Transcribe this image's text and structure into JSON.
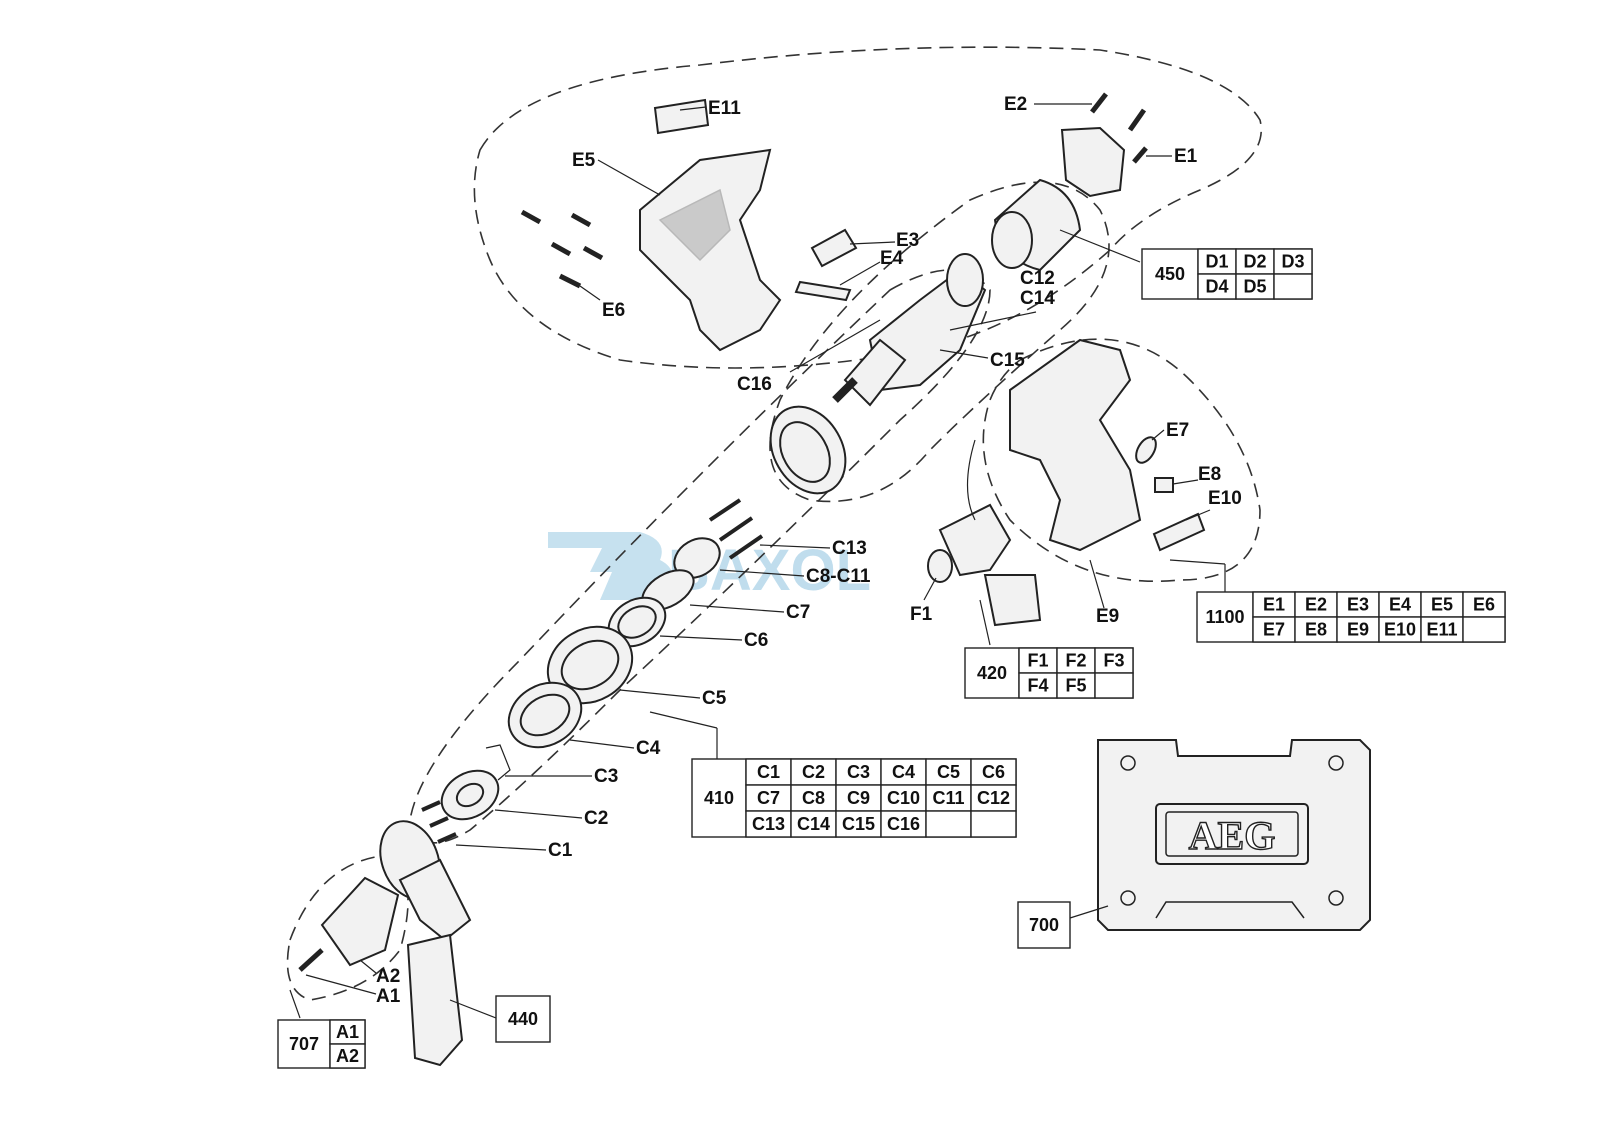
{
  "watermark": "BAXOL",
  "case_brand": "AEG",
  "callouts": {
    "E11": "E11",
    "E5": "E5",
    "E6": "E6",
    "E3": "E3",
    "E4": "E4",
    "E2": "E2",
    "E1": "E1",
    "C12": "C12",
    "C14": "C14",
    "C15": "C15",
    "C16": "C16",
    "E7": "E7",
    "E8": "E8",
    "E10": "E10",
    "E9": "E9",
    "C13": "C13",
    "C8C11": "C8-C11",
    "C7": "C7",
    "C6": "C6",
    "C5": "C5",
    "C4": "C4",
    "C3": "C3",
    "C2": "C2",
    "C1": "C1",
    "F1": "F1",
    "A2": "A2",
    "A1": "A1"
  },
  "kits": {
    "k450": {
      "code": "450",
      "rows": [
        [
          "D1",
          "D2",
          "D3"
        ],
        [
          "D4",
          "D5",
          ""
        ]
      ]
    },
    "k1100": {
      "code": "1100",
      "rows": [
        [
          "E1",
          "E2",
          "E3",
          "E4",
          "E5",
          "E6"
        ],
        [
          "E7",
          "E8",
          "E9",
          "E10",
          "E11",
          ""
        ]
      ]
    },
    "k420": {
      "code": "420",
      "rows": [
        [
          "F1",
          "F2",
          "F3"
        ],
        [
          "F4",
          "F5",
          ""
        ]
      ]
    },
    "k410": {
      "code": "410",
      "rows": [
        [
          "C1",
          "C2",
          "C3",
          "C4",
          "C5",
          "C6"
        ],
        [
          "C7",
          "C8",
          "C9",
          "C10",
          "C11",
          "C12"
        ],
        [
          "C13",
          "C14",
          "C15",
          "C16",
          "",
          ""
        ]
      ]
    },
    "k707": {
      "code": "707",
      "rows": [
        [
          "A1"
        ],
        [
          "A2"
        ]
      ]
    }
  },
  "singles": {
    "s700": "700",
    "s440": "440"
  }
}
